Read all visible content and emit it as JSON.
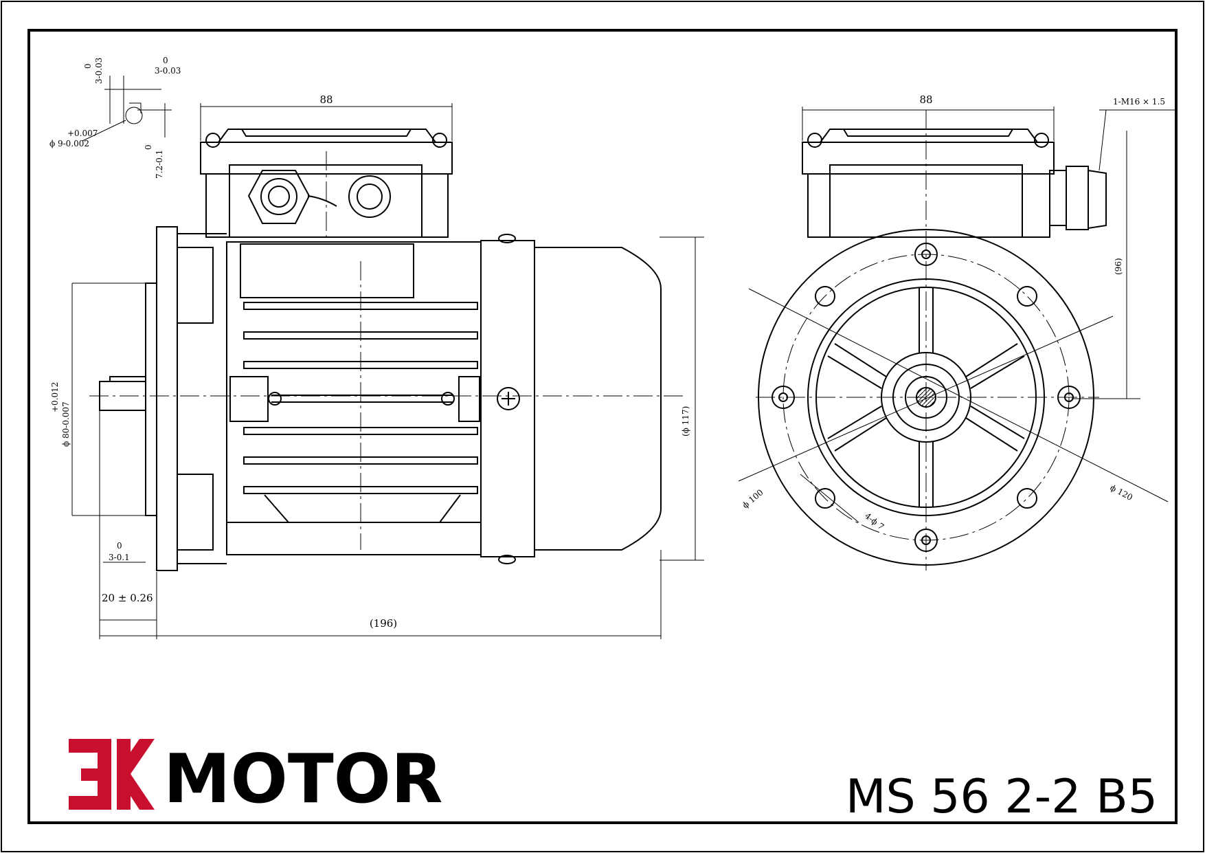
{
  "brand": {
    "logo_mark": "EK",
    "logo_text": "MOTOR",
    "logo_color": "#c8102e"
  },
  "model": "MS 56 2-2 B5",
  "side_view": {
    "width_88": "88",
    "key_width_top": "3-0.03",
    "key_width_top_upper": "0",
    "key_width_side": "3-0.03",
    "key_width_side_upper": "0",
    "shaft_dia": "ϕ 9-0.002",
    "shaft_dia_upper": "+0.007",
    "key_height": "7.2-0.1",
    "key_height_upper": "0",
    "spigot_dia": "ϕ 80-0.007",
    "spigot_dia_upper": "+0.012",
    "spigot_depth": "3-0.1",
    "spigot_depth_upper": "0",
    "shaft_length": "20 ± 0.26",
    "overall_length": "(196)",
    "height_117": "(ϕ 117)"
  },
  "front_view": {
    "width_88": "88",
    "cable_gland": "1-M16 × 1.5",
    "height_96": "(96)",
    "pcd_100": "ϕ 100",
    "flange_120": "ϕ 120",
    "holes": "4-ϕ 7"
  }
}
